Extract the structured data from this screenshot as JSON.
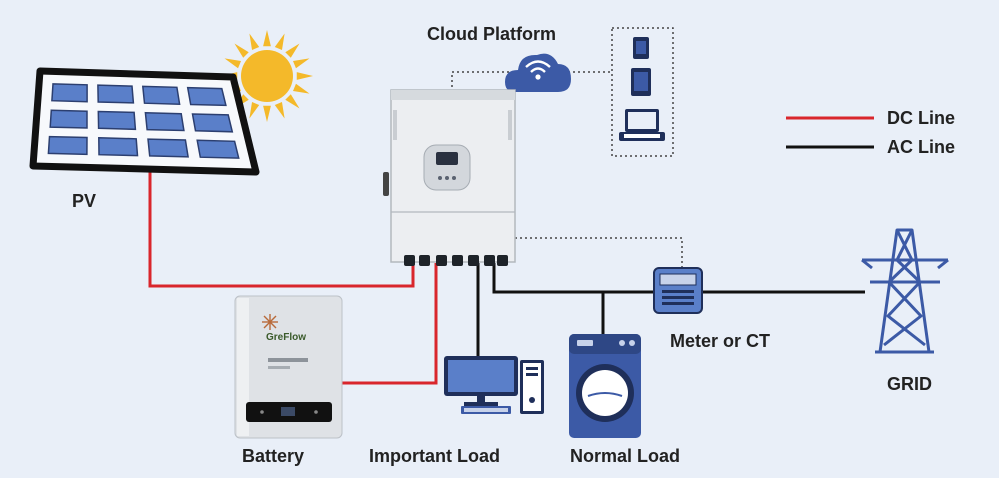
{
  "labels": {
    "cloud": "Cloud Platform",
    "pv": "PV",
    "battery": "Battery",
    "important_load": "Important Load",
    "normal_load": "Normal Load",
    "meter": "Meter or CT",
    "grid": "GRID"
  },
  "legend": {
    "dc": "DC Line",
    "ac": "AC Line"
  },
  "battery_brand": "GreFlow",
  "colors": {
    "dc_line": "#d9262c",
    "ac_line": "#111111",
    "device_blue": "#3c5aa6",
    "panel_cell": "#5a7fc9",
    "sun": "#f4b92a"
  },
  "icons": [
    "sun-icon",
    "cloud-wifi-icon",
    "tablet-icon",
    "phone-icon",
    "laptop-icon",
    "desktop-pc-icon",
    "washing-machine-icon",
    "electric-meter-icon",
    "transmission-tower-icon"
  ]
}
